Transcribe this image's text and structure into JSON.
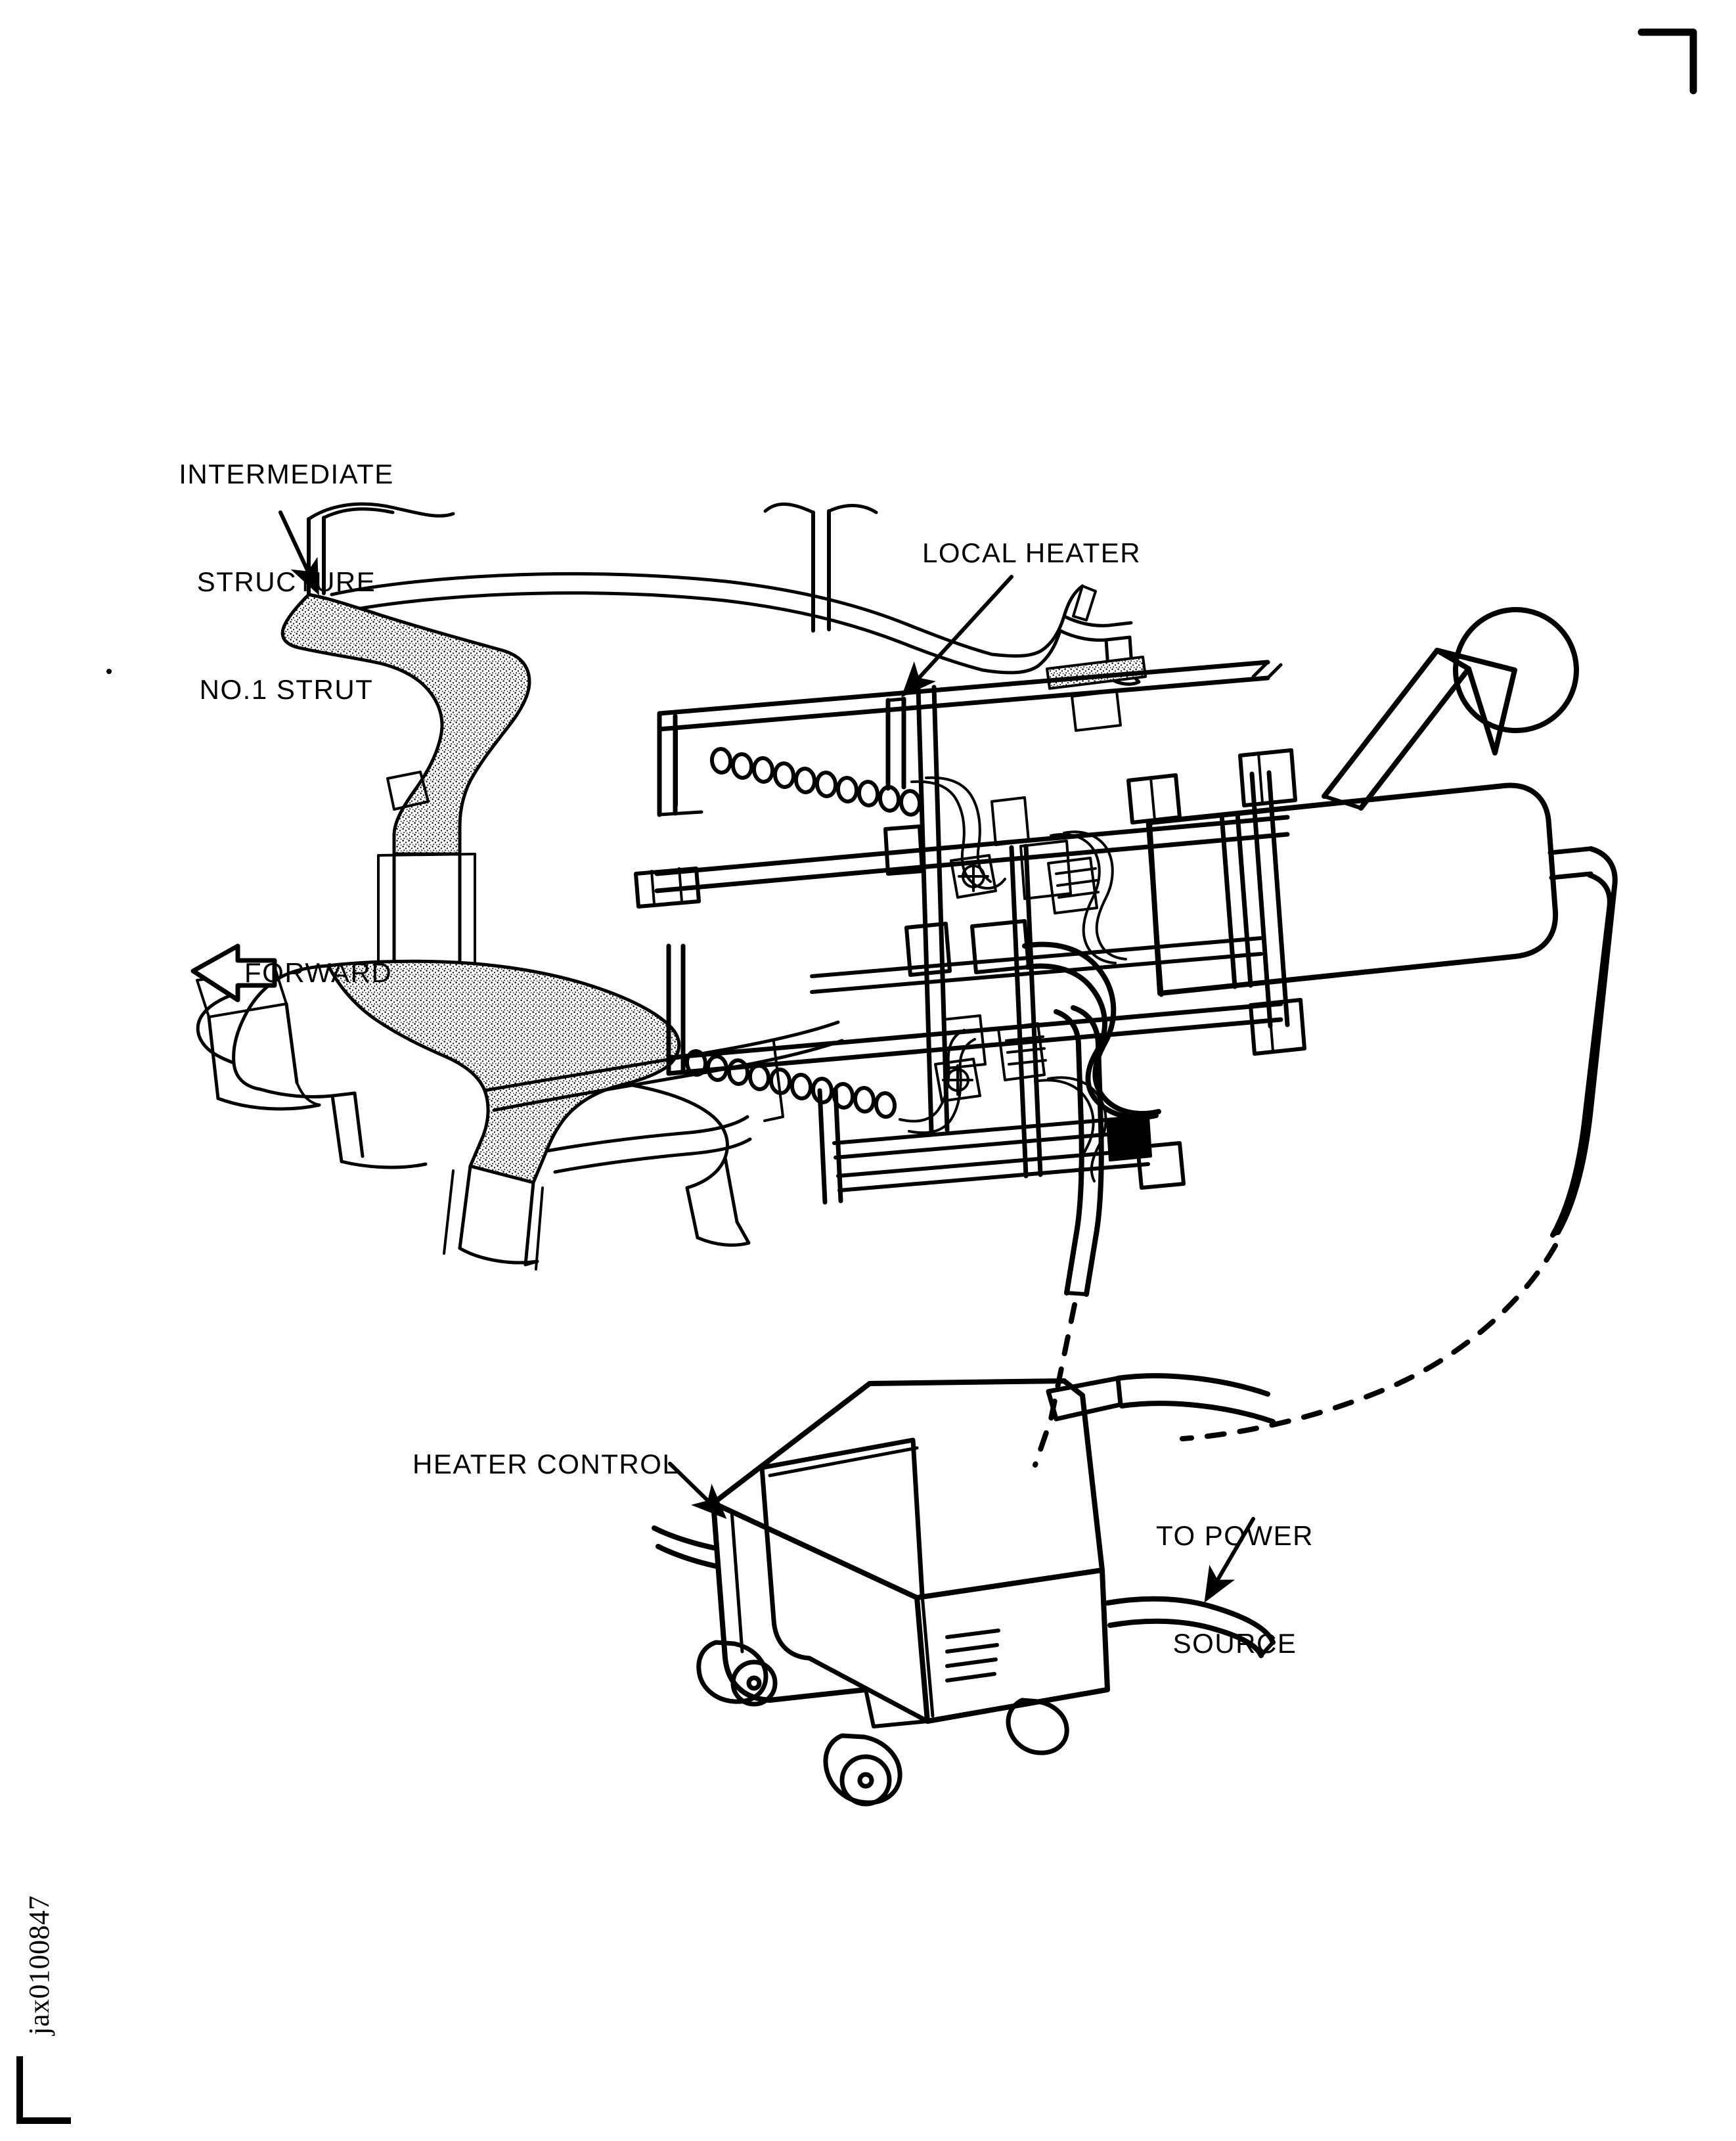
{
  "document": {
    "kind": "technical-illustration",
    "subject": "Local heater installation on intermediate structure no.1 strut",
    "figure_id": "jax0100847",
    "background_color": "#ffffff",
    "line_color": "#000000",
    "corner_mark": "top-right-crop-mark"
  },
  "labels": {
    "intermediate_structure": {
      "line1": "INTERMEDIATE",
      "line2": "STRUCTURE",
      "line3": "NO.1 STRUT"
    },
    "local_heater": "LOCAL HEATER",
    "forward": "FORWARD",
    "heater_control": "HEATER CONTROL",
    "to_power_source": {
      "line1": "TO POWER",
      "line2": "SOURCE"
    }
  },
  "callouts": [
    {
      "name": "intermediate-structure-no1-strut",
      "target": "engine strut upper flange"
    },
    {
      "name": "local-heater",
      "target": "heater blanket assembly"
    },
    {
      "name": "heater-control",
      "target": "wheeled control cart"
    },
    {
      "name": "to-power-source",
      "target": "power cable end"
    }
  ],
  "direction_indicator": {
    "label": "FORWARD",
    "arrow_direction": "left"
  },
  "components": {
    "engine_structure": "intermediate case with struts, cross-hatched section cut",
    "heater_assembly": "rectangular frame with two heater element rows, hose fittings and couplings",
    "blower_duct": "cylindrical duct with carry handle and ball grip",
    "heater_control_cart": "box on four casters with sloped top lid and vent louvers",
    "cables": "two power cables running from heater assembly to control cart, shown partly as hidden dashed lines"
  }
}
